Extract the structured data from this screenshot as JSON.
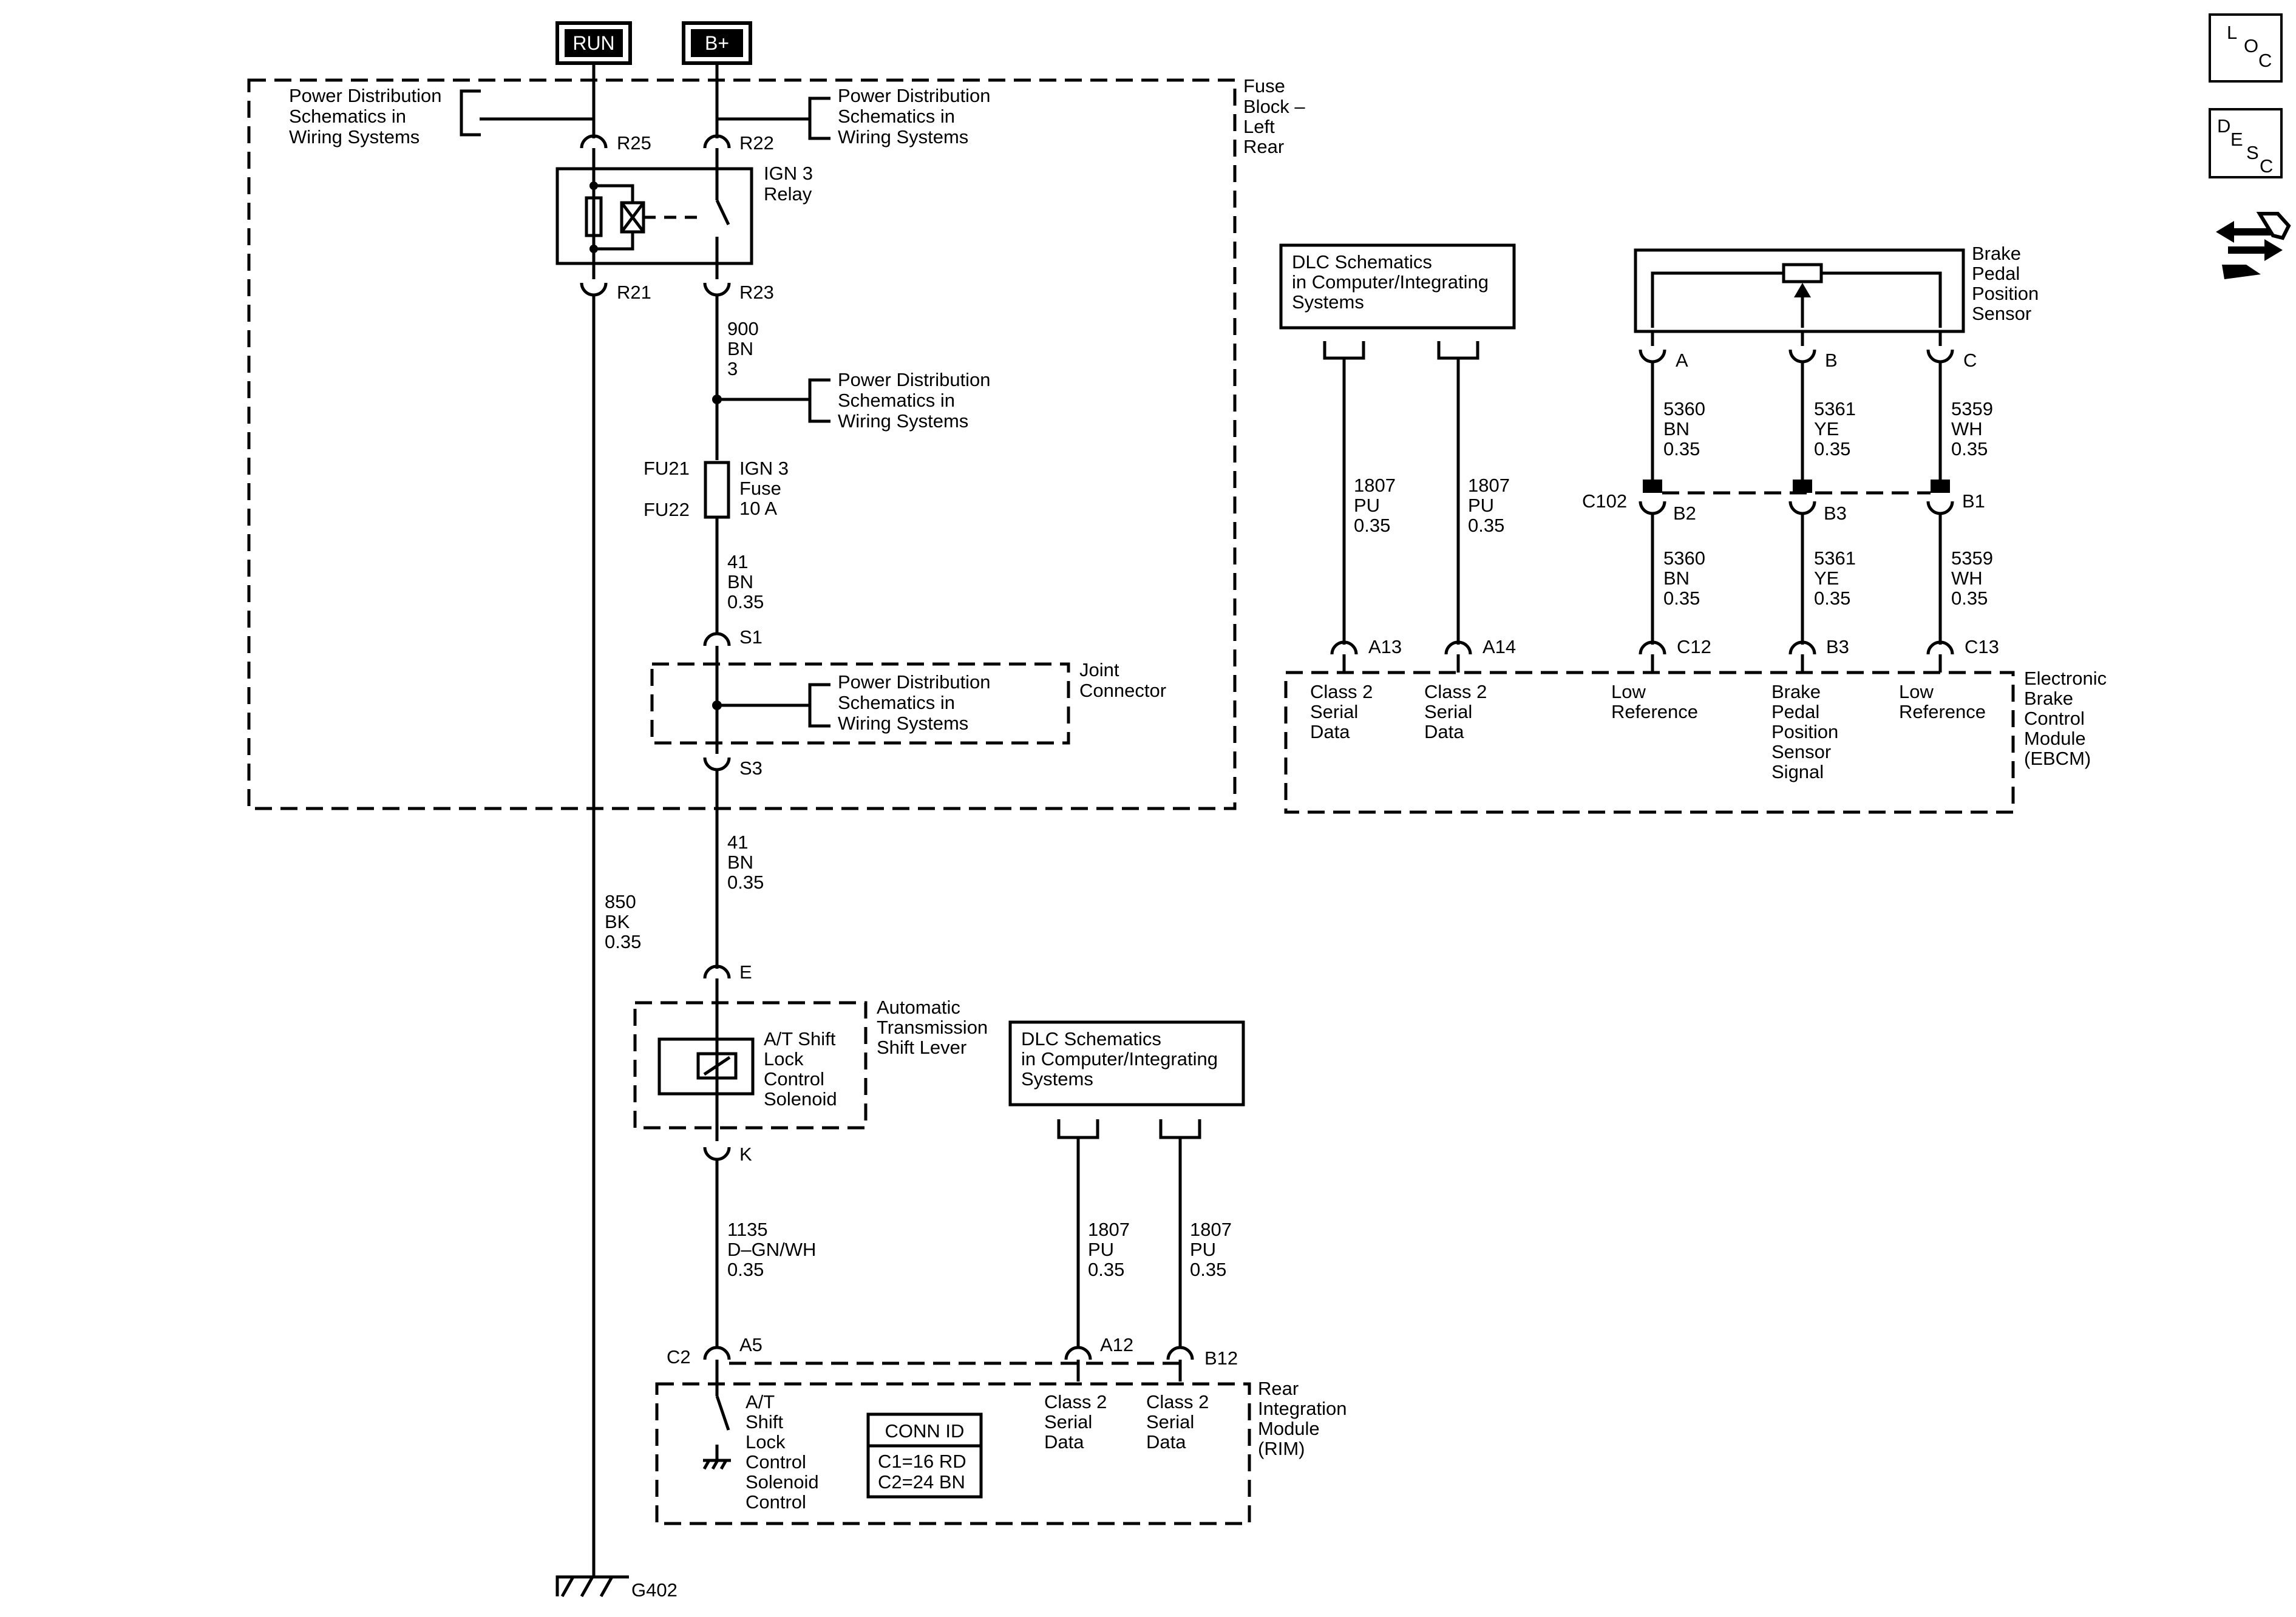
{
  "header": {
    "run": "RUN",
    "bplus": "B+"
  },
  "fuse_block": {
    "lines": [
      "Fuse",
      "Block –",
      "Left",
      "Rear"
    ]
  },
  "ref_power": [
    "Power Distribution",
    "Schematics in",
    "Wiring Systems"
  ],
  "ref_dlc": [
    "DLC Schematics",
    "in Computer/Integrating",
    "Systems"
  ],
  "ign3_relay": {
    "lines": [
      "IGN 3",
      "Relay"
    ]
  },
  "ign3_fuse": {
    "fu21": "FU21",
    "fu22": "FU22",
    "lines": [
      "IGN 3",
      "Fuse",
      "10 A"
    ]
  },
  "joint_connector": {
    "lines": [
      "Joint",
      "Connector"
    ]
  },
  "shift_lever": {
    "lines": [
      "Automatic",
      "Transmission",
      "Shift Lever"
    ],
    "solenoid": [
      "A/T Shift",
      "Lock",
      "Control",
      "Solenoid"
    ]
  },
  "pins": {
    "r25": "R25",
    "r22": "R22",
    "r21": "R21",
    "r23": "R23",
    "s1": "S1",
    "s3": "S3",
    "e": "E",
    "k": "K",
    "c2": "C2",
    "a5": "A5",
    "a12": "A12",
    "b12": "B12",
    "a13": "A13",
    "a14": "A14",
    "c12": "C12",
    "b3": "B3",
    "c13": "C13",
    "a": "A",
    "b": "B",
    "c": "C",
    "c102": "C102",
    "c102_b2": "B2",
    "c102_b3": "B3",
    "c102_b1": "B1",
    "g402": "G402"
  },
  "wires": {
    "w900": [
      "900",
      "BN",
      "3"
    ],
    "w41a": [
      "41",
      "BN",
      "0.35"
    ],
    "w41b": [
      "41",
      "BN",
      "0.35"
    ],
    "w850": [
      "850",
      "BK",
      "0.35"
    ],
    "w1135": [
      "1135",
      "D–GN/WH",
      "0.35"
    ],
    "w1807_rim1": [
      "1807",
      "PU",
      "0.35"
    ],
    "w1807_rim2": [
      "1807",
      "PU",
      "0.35"
    ],
    "w1807_ebcm1": [
      "1807",
      "PU",
      "0.35"
    ],
    "w1807_ebcm2": [
      "1807",
      "PU",
      "0.35"
    ],
    "w5360a": [
      "5360",
      "BN",
      "0.35"
    ],
    "w5361a": [
      "5361",
      "YE",
      "0.35"
    ],
    "w5359a": [
      "5359",
      "WH",
      "0.35"
    ],
    "w5360b": [
      "5360",
      "BN",
      "0.35"
    ],
    "w5361b": [
      "5361",
      "YE",
      "0.35"
    ],
    "w5359b": [
      "5359",
      "WH",
      "0.35"
    ]
  },
  "rim": {
    "lines": [
      "Rear",
      "Integration",
      "Module",
      "(RIM)"
    ],
    "solenoid_ctl": [
      "A/T",
      "Shift",
      "Lock",
      "Control",
      "Solenoid",
      "Control"
    ],
    "class2": [
      "Class 2",
      "Serial",
      "Data"
    ],
    "conn_id": {
      "title": "CONN ID",
      "c1": "C1=16 RD",
      "c2": "C2=24 BN"
    }
  },
  "ebcm": {
    "lines": [
      "Electronic",
      "Brake",
      "Control",
      "Module",
      "(EBCM)"
    ],
    "class2": [
      "Class 2",
      "Serial",
      "Data"
    ],
    "low_ref": [
      "Low",
      "Reference"
    ],
    "bpp_signal": [
      "Brake",
      "Pedal",
      "Position",
      "Sensor",
      "Signal"
    ]
  },
  "bpp_sensor": {
    "lines": [
      "Brake",
      "Pedal",
      "Position",
      "Sensor"
    ]
  },
  "nav": {
    "loc": [
      "L",
      "O",
      "C"
    ],
    "desc": [
      "D",
      "E",
      "S",
      "C"
    ],
    "icon": "arrows-wrench-icon"
  }
}
